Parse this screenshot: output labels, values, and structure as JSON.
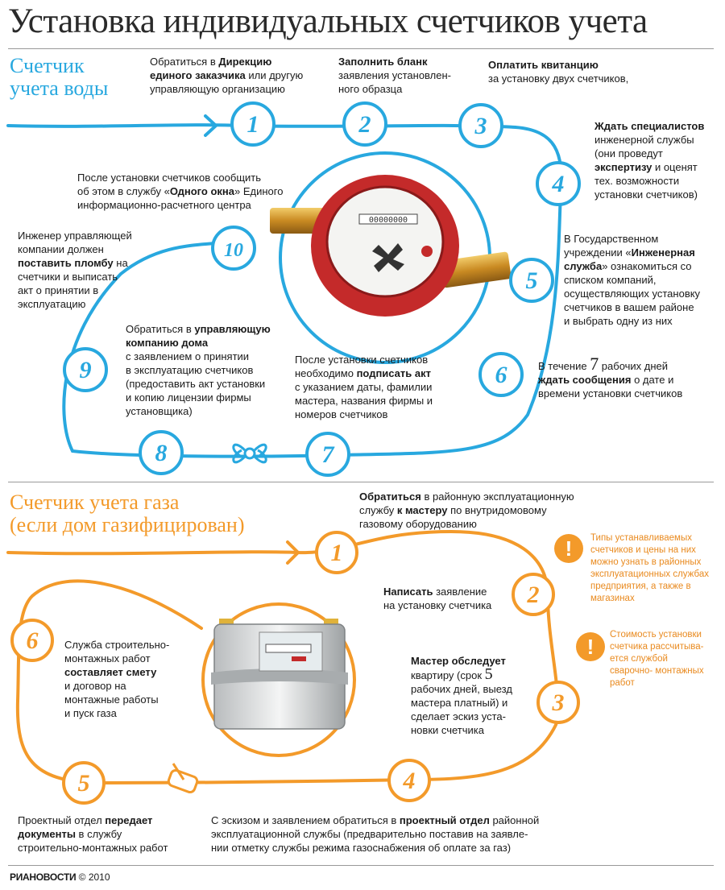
{
  "title": "Установка индивидуальных счетчиков учета",
  "water": {
    "heading": "Счетчик\nучета воды",
    "steps": [
      {
        "n": "1",
        "pre": "Обратиться в ",
        "bold": "Дирекцию\nединого заказчика",
        "post": " или другую\nуправляющую организацию"
      },
      {
        "n": "2",
        "pre": "",
        "bold": "Заполнить бланк",
        "post": "\nзаявления установлен-\nного образца"
      },
      {
        "n": "3",
        "pre": "",
        "bold": "Оплатить квитанцию",
        "post": "\nза установку двух счетчиков,"
      },
      {
        "n": "4",
        "pre": "",
        "bold": "Ждать специалистов",
        "post": "\nинженерной службы\n(они проведут\n",
        "bold2": "экспертизу",
        "post2": " и оценят\nтех. возможности\nустановки счетчиков)"
      },
      {
        "n": "5",
        "pre": "В Государственном\nучреждении «",
        "bold": "Инженерная\nслужба",
        "post": "» ознакомиться со\nсписком компаний,\nосуществляющих установку\nсчетчиков в вашем районе\nи выбрать одну из них"
      },
      {
        "n": "6",
        "pre": "В течение ",
        "big": "7",
        "post": " рабочих дней\n",
        "bold2": "ждать сообщения",
        "post2": " о дате и\nвремени установки счетчиков"
      },
      {
        "n": "7",
        "pre": "После установки счетчиков\nнеобходимо ",
        "bold": "подписать акт",
        "post": "\nс указанием даты, фамилии\nмастера, названия фирмы и\nномеров счетчиков"
      },
      {
        "n": "8",
        "pre": "Обратиться в ",
        "bold": "управляющую\nкомпанию дома",
        "post": "\nс заявлением о принятии\nв эксплуатацию счетчиков\n(предоставить акт установки\nи копию лицензии фирмы\nустановщика)"
      },
      {
        "n": "9",
        "pre": "Инженер управляющей\nкомпании должен\n",
        "bold": "поставить пломбу",
        "post": " на\nсчетчики и выписать\nакт о принятии в\nэксплуатацию"
      },
      {
        "n": "10",
        "pre": "После установки счетчиков сообщить\nоб этом в службу «",
        "bold": "Одного окна",
        "post": "» Единого\nинформационно-расчетного центра"
      }
    ]
  },
  "gas": {
    "heading": "Счетчик учета газа\n(если дом газифицирован)",
    "steps": [
      {
        "n": "1",
        "pre": "",
        "bold": "Обратиться",
        "post": " в районную эксплуатационную\nслужбу ",
        "bold2": "к мастеру",
        "post2": " по внутридомовому\nгазовому оборудованию"
      },
      {
        "n": "2",
        "pre": "",
        "bold": "Написать",
        "post": " заявление\nна установку счетчика"
      },
      {
        "n": "3",
        "pre": "",
        "bold": "Мастер обследует",
        "post": "\nквартиру (срок ",
        "big": "5",
        "post2": "\nрабочих дней, выезд\nмастера платный) и\nсделает эскиз уста-\nновки счетчика"
      },
      {
        "n": "4",
        "pre": "С эскизом и заявлением обратиться в ",
        "bold": "проектный отдел",
        "post": " районной\nэксплуатационной службы (предварительно поставив на заявле-\nнии отметку службы режима газоснабжения об оплате за газ)"
      },
      {
        "n": "5",
        "pre": "Проектный отдел ",
        "bold": "передает\nдокументы",
        "post": " в службу\nстроительно-монтажных работ"
      },
      {
        "n": "6",
        "pre": "Служба строительно-\nмонтажных работ\n",
        "bold": "составляет смету",
        "post": "\nи договор на\nмонтажные работы\nи пуск газа"
      }
    ],
    "notes": [
      "Типы устанавливаемых\nсчетчиков и цены на них\nможно узнать в районных\nэксплуатационных службах\nпредприятия, а также в\nмагазинах",
      "Стоимость установки\nсчетчика рассчитыва-\nется службой\nсварочно- монтажных\nработ"
    ],
    "note_mark": "!"
  },
  "footer": {
    "brand": "РИАНОВОСТИ",
    "copy": " © 2010"
  },
  "meter_digits": "00000000",
  "colors": {
    "blue": "#28a8df",
    "orange": "#f39a2a",
    "red": "#c42a2a",
    "brass": "#d8a23a"
  }
}
